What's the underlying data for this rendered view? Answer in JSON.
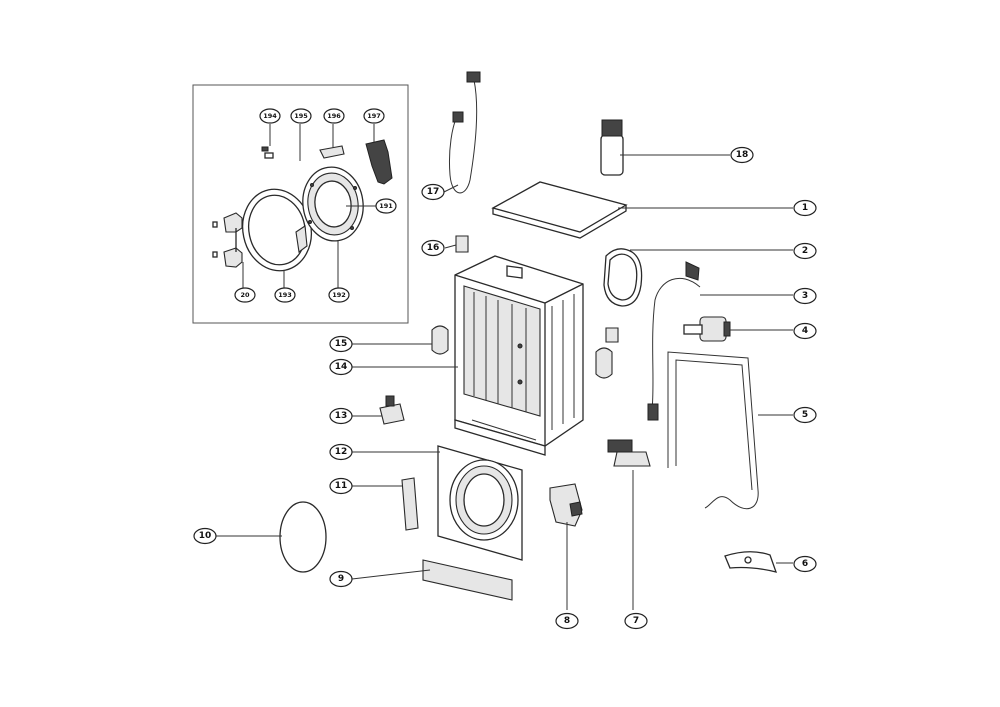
{
  "callouts": [
    {
      "id": "c1",
      "label": "1"
    },
    {
      "id": "c2",
      "label": "2"
    },
    {
      "id": "c3",
      "label": "3"
    },
    {
      "id": "c4",
      "label": "4"
    },
    {
      "id": "c5",
      "label": "5"
    },
    {
      "id": "c6",
      "label": "6"
    },
    {
      "id": "c7",
      "label": "7"
    },
    {
      "id": "c8",
      "label": "8"
    },
    {
      "id": "c9",
      "label": "9"
    },
    {
      "id": "c10",
      "label": "10"
    },
    {
      "id": "c11",
      "label": "11"
    },
    {
      "id": "c12",
      "label": "12"
    },
    {
      "id": "c13",
      "label": "13"
    },
    {
      "id": "c14",
      "label": "14"
    },
    {
      "id": "c15",
      "label": "15"
    },
    {
      "id": "c16",
      "label": "16"
    },
    {
      "id": "c17",
      "label": "17"
    },
    {
      "id": "c18",
      "label": "18"
    },
    {
      "id": "c20",
      "label": "20"
    },
    {
      "id": "c192",
      "label": "192"
    },
    {
      "id": "c193",
      "label": "193"
    },
    {
      "id": "c194",
      "label": "194"
    },
    {
      "id": "c195",
      "label": "195"
    },
    {
      "id": "c196",
      "label": "196"
    },
    {
      "id": "c197",
      "label": "197"
    },
    {
      "id": "c191",
      "label": "191"
    }
  ]
}
